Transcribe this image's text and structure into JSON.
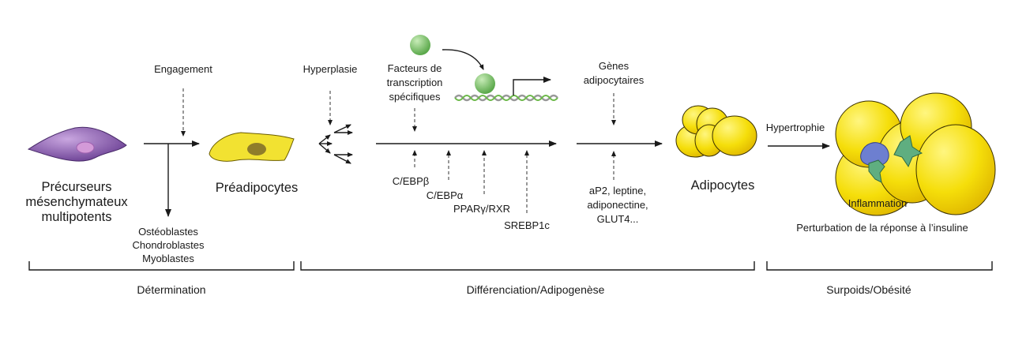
{
  "cells": {
    "precursors": [
      "Précurseurs",
      "mésenchymateux",
      "multipotents"
    ],
    "preadipocytes": "Préadipocytes",
    "adipocytes": "Adipocytes"
  },
  "steps": {
    "engagement": "Engagement",
    "hyperplasia": "Hyperplasie",
    "hypertrophy": "Hypertrophie",
    "other_lineages": [
      "Ostéoblastes",
      "Chondroblastes",
      "Myoblastes"
    ],
    "transcription_factors": [
      "Facteurs de",
      "transcription",
      "spécifiques"
    ],
    "adipocyte_genes": [
      "Gènes",
      "adipocytaires"
    ],
    "regulators": [
      "C/EBPβ",
      "C/EBPα",
      "PPARγ/RXR",
      "SREBP1c"
    ],
    "markers": [
      "aP2, leptine,",
      "adiponectine,",
      "GLUT4..."
    ],
    "consequences": [
      "Inflammation",
      "Perturbation de la réponse à l’insuline"
    ]
  },
  "phases": [
    "Détermination",
    "Différenciation/Adipogenèse",
    "Surpoids/Obésité"
  ],
  "colors": {
    "precursor": "#7b4fa0",
    "preadipocyte": "#f2e231",
    "adipocyte": "#f5de0a",
    "transcription_factor": "#7cc26a",
    "macrophage": "#6d7fd0",
    "immune_cell": "#5fae80"
  }
}
